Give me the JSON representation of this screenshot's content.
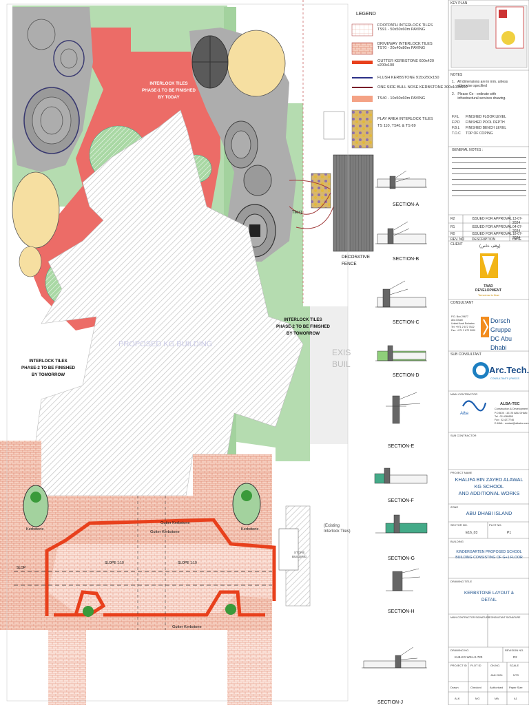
{
  "plan": {
    "zone_labels": {
      "phase1": "INTERLOCK TILES\nPHASE-1 TO BE FINISHED\nBY TODAY",
      "phase2_left": "INTERLOCK TILES\nPHASE-2 TO BE FINISHED\nBY TOMORROW",
      "phase2_right": "INTERLOCK TILES\nPHASE-2 TO BE FINISHED\nBY TOMORROW",
      "building": "PROPOSED KG BUILDING",
      "existing": "EXIS\nBUIL",
      "existing_tiles": "(Existing\nInterlock Tiles)",
      "store": "STORE\nBUILDING",
      "gutter_top": "Gutter Kerbstone",
      "gutter_top2": "Gutter Kerbstone",
      "gutter_bottom": "Gutter Kerbstone",
      "kerbstone_left": "Kerbstone",
      "kerbstone_right": "Kerbstone",
      "tiles_mark": "Tiles)",
      "decorative_fence": "DECORATIVE\nFENCE",
      "slope_left": "SLOP",
      "slope_mid": "SLOPE 1:10",
      "slope_mid2": "SLOPE 1:10"
    }
  },
  "legend": {
    "title": "LEGEND",
    "items": [
      {
        "text": "FOOTPATH INTERLOCK TILES\nTS91 - 50x50x60m PAVING",
        "color": "#ffffff"
      },
      {
        "text": "DRIVEWAY INTERLOCK TILES\nTS70 - 20x40x80m PAVING",
        "color": "#f2c8b8"
      },
      {
        "text": "GUTTER KERBSTONE 600x420\nx200x100",
        "color": "#e8401c"
      },
      {
        "text": "FLUSH KERBSTONE 915x250x150",
        "color": "#2b2f86"
      },
      {
        "text": "ONE SIDE BULL NOSE KERBSTONE 300x100x600",
        "color": "#7a1d2a"
      },
      {
        "text": "TS40 - 10x50x60m PAVING",
        "color": "#f4a285"
      },
      {
        "text": "PLAY AREA INTERLOCK TILES\nTS 110, TS41 & TS 69",
        "color": "#c9a55a"
      }
    ]
  },
  "sections": [
    {
      "label": "SECTION-A"
    },
    {
      "label": "SECTION-B"
    },
    {
      "label": "SECTION-C"
    },
    {
      "label": "SECTION-D"
    },
    {
      "label": "SECTION-E"
    },
    {
      "label": "SECTION-F"
    },
    {
      "label": "SECTION-G"
    },
    {
      "label": "SECTION-H"
    },
    {
      "label": "SECTION-J"
    }
  ],
  "title_block": {
    "key_plan": "KEY PLAN",
    "notes_title": "NOTES",
    "notes": [
      "1.   All dimensions are in mm. unless\n      otherwise specified",
      "2.   Please Co - ordinate with\n      infrastructural services drawing."
    ],
    "abbreviations": [
      {
        "k": "F.F.L",
        "v": "FINISHED FLOOR LEVEL"
      },
      {
        "k": "F.P.D",
        "v": "FINISHED POOL DEPTH"
      },
      {
        "k": "F.B.L",
        "v": "FINISHED BENCH LEVEL"
      },
      {
        "k": "T.O.C",
        "v": "TOP OF COPING"
      }
    ],
    "general_notes_title": "GENERAL NOTES :",
    "revisions": [
      {
        "no": "R2",
        "desc": "ISSUED FOR APPROVAL",
        "date": "13-07-2024"
      },
      {
        "no": "R1",
        "desc": "ISSUED FOR APPROVAL",
        "date": "04-07-2024"
      },
      {
        "no": "R0",
        "desc": "ISSUED FOR APPROVAL",
        "date": "18-07-2024"
      }
    ],
    "rev_headers": {
      "no": "REV. NO",
      "desc": "DESCRIPTION",
      "date": "DATE"
    },
    "client_label": "CLIENT",
    "client_arabic": "(وقف خاص)",
    "client_logo_text": "TAAD\nDEVELOPMENT",
    "client_tagline": "Tomorrow is Now",
    "consultant_label": "CONSULTANT",
    "consultant_name": "Dorsch Gruppe\nDC Abu Dhabi",
    "consultant_address": "P.O. Box 29677\nAbu Dhabi\nUnited Arab Emirates\nTel: +971 2 672 7622\nFax: +971 2 672 3009",
    "sub_consultant_label": "SUB CONSULTANT",
    "sub_consultant_name": "Arc.Tech.",
    "sub_consultant_sub": "CONSULTANTS | PMSCS",
    "main_contractor_label": "MAIN CONTRACTOR",
    "contractor_name": "ALBA-TEC",
    "contractor_sub": "Construction & Development",
    "contractor_details": "P.O.BOX : 32175 ABU DHABI\nTel : 02-4286555\nFax : 02-4277746\nE-MAIL : contact@albatec.com",
    "contractor_logo": "Alba",
    "sub_contractor_label": "SUB CONTRACTOR",
    "project_label": "PROJECT NAME",
    "project_name": "KHALIFA BIN ZAYED ALAWAL\nKG SCHOOL\nAND ADDITIONAL WORKS",
    "zone_label": "ZONE",
    "zone_value": "ABU DHABI ISLAND",
    "sector_label": "SECTOR NO.",
    "sector_value": "E16_03",
    "plot_label": "PLOT NO.",
    "plot_value": "P1",
    "building_label": "BUILDING",
    "building_value": "KINDERGARTEN PROPOSED SCHOOL\nBUILDING CONSISTING OF G+1 FLOOR",
    "drawing_title_label": "DRAWING TITLE",
    "drawing_title": "KERBSTONE LAYOUT &\nDETAIL",
    "main_sig_label": "MAIN CONTRACTOR SIGNATURE",
    "cons_sig_label": "CONSULTANT SIGNATURE",
    "drawing_no_label": "DRAWING NO.",
    "drawing_no": "KLB-KG-WS-LS-720",
    "revision_no_label": "REVISION NO.",
    "revision_no": "R2",
    "project_id_label": "PROJECT ID",
    "project_id": "",
    "plot_id_label": "PLOT ID",
    "on_label": "ON NO.",
    "scale_label": "SCALE",
    "date_value": "JAN 2024",
    "scale_value": "NTS",
    "drawn_label": "Drawn",
    "checked_label": "Checked",
    "authorised_label": "Authorised",
    "paper_size_label": "Paper Size",
    "drawn_value": "ALK",
    "checked_value": "MG",
    "authorised_value": "MA",
    "paper_value": "A1"
  }
}
